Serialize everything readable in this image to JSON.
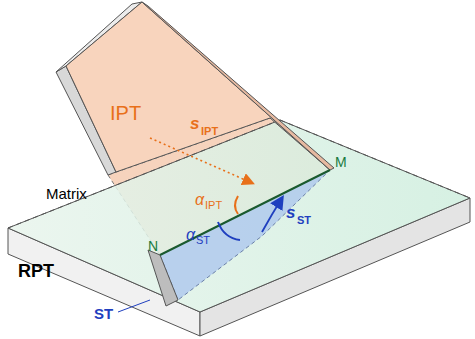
{
  "diagram": {
    "labels": [
      "IPT",
      "s",
      "IPT",
      "M",
      "Matrix",
      "α",
      "IPT",
      "N",
      "α",
      "ST",
      "s",
      "ST",
      "RPT",
      "ST"
    ]
  }
}
